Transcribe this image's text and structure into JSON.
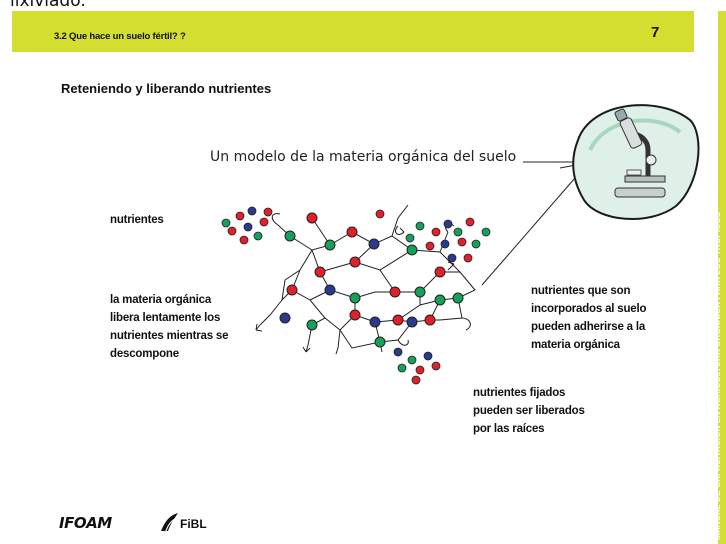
{
  "top_fragment": "lixiviado.",
  "header": {
    "section": "3.2 Que hace un suelo fértil? ?",
    "page_number": "7",
    "vertical_title": "MANUAL DE CAPACITACION EN AGRICULTURA ORGÁNICA PARA LOS TROPICOS"
  },
  "section_title": "Reteniendo y liberando nutrientes",
  "diagram": {
    "title": "Un modelo de la materia orgánica del suelo",
    "labels": {
      "nutrients": "nutrientes",
      "left_lines": [
        "la materia orgánica",
        "libera lentamente los",
        "nutrientes mientras se",
        "descompone"
      ],
      "right_lines": [
        "nutrientes que son",
        "incorporados al suelo",
        "pueden adherirse a la",
        "materia orgánica"
      ],
      "bottom_lines": [
        "nutrientes fijados",
        "pueden ser liberados",
        "por las raíces"
      ]
    },
    "colors": {
      "red": "#e0202a",
      "green": "#17a05a",
      "blue": "#2a3a8c",
      "header_bar": "#d4de2e"
    },
    "icons": [
      "microscope-icon"
    ]
  },
  "footer": {
    "logo_ifoam": "IFOAM",
    "logo_fibl": "FiBL"
  }
}
